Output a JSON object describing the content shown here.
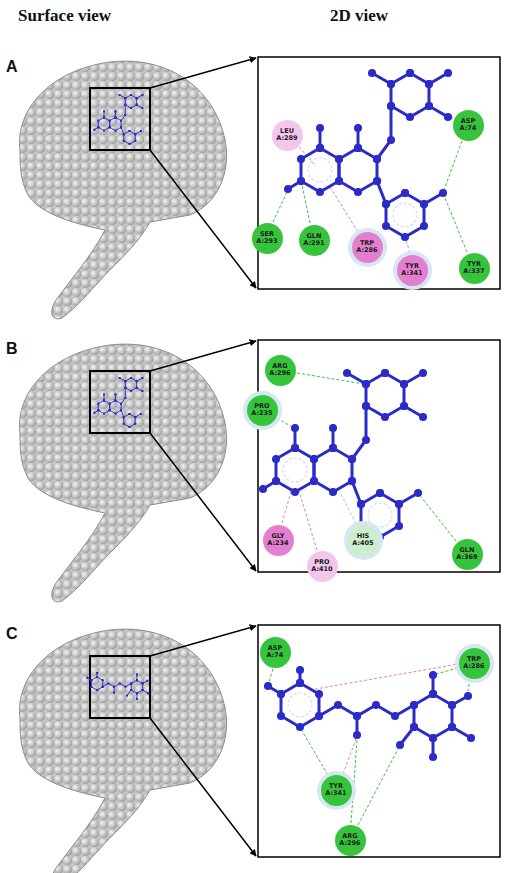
{
  "diagram": {
    "nodes": [
      {
        "text": [
          "LEU A:289"
        ]
      },
      {
        "text": [
          "ASP A:74"
        ]
      },
      {
        "text": [
          "SER A:293"
        ]
      },
      {
        "text": [
          "GLN A:291"
        ]
      },
      {
        "text": [
          "TRP A:286"
        ]
      },
      {
        "text": [
          "TYR A:341"
        ]
      },
      {
        "text": [
          "TYR A:337"
        ]
      },
      {
        "text": [
          "ARG A:296"
        ]
      },
      {
        "text": [
          "PRO A:235"
        ]
      },
      {
        "text": [
          "GLY A:234"
        ]
      },
      {
        "text": [
          "PRO A:410"
        ]
      },
      {
        "text": [
          "HIS A:405"
        ]
      },
      {
        "text": [
          "GLN A:369"
        ]
      },
      {
        "text": [
          "ASP A:74"
        ]
      },
      {
        "text": [
          "TRP A:286"
        ]
      },
      {
        "text": [
          "TYR A:341"
        ]
      },
      {
        "text": [
          "ARG A:296"
        ]
      }
    ],
    "labels": [
      "Surface view",
      "2D view",
      "A",
      "B",
      "C"
    ]
  }
}
